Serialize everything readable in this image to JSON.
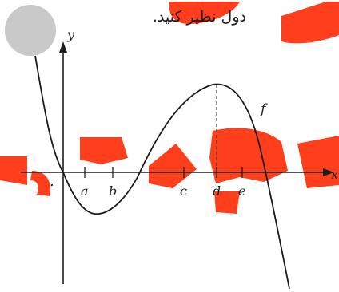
{
  "header": {
    "text": "دول نظیر کنید."
  },
  "diagram": {
    "y_axis_label": "y",
    "x_axis_label": "x",
    "origin_label": ".",
    "function_label": "f",
    "points": [
      {
        "name": "a"
      },
      {
        "name": "b"
      },
      {
        "name": "c"
      },
      {
        "name": "d"
      },
      {
        "name": "e"
      }
    ]
  },
  "colors": {
    "watermark": "#ff3e1c",
    "circle": "#c9c9c9",
    "ink": "#1b1b1b"
  }
}
